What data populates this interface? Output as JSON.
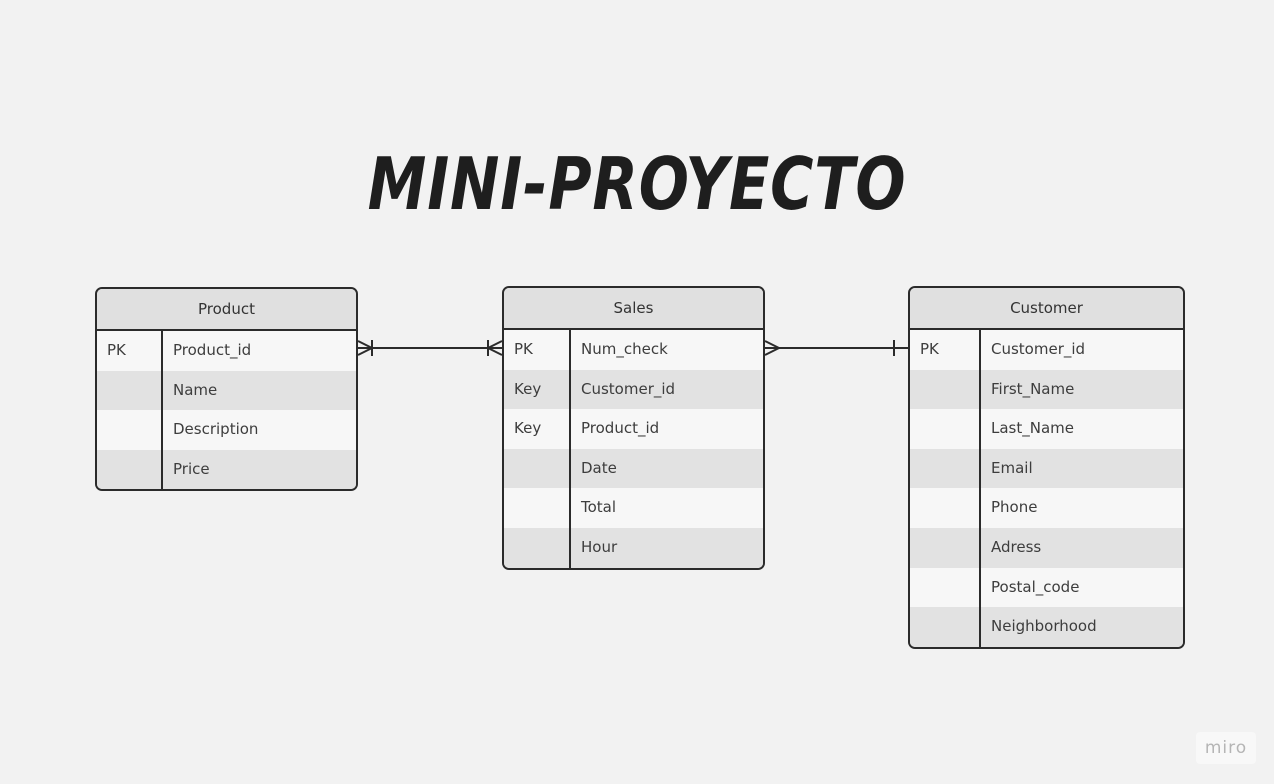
{
  "title": "MINI-PROYECTO",
  "entities": {
    "product": {
      "name": "Product",
      "rows": [
        {
          "key": "PK",
          "field": "Product_id"
        },
        {
          "key": "",
          "field": "Name"
        },
        {
          "key": "",
          "field": "Description"
        },
        {
          "key": "",
          "field": "Price"
        }
      ]
    },
    "sales": {
      "name": "Sales",
      "rows": [
        {
          "key": "PK",
          "field": "Num_check"
        },
        {
          "key": "Key",
          "field": "Customer_id"
        },
        {
          "key": "Key",
          "field": "Product_id"
        },
        {
          "key": "",
          "field": "Date"
        },
        {
          "key": "",
          "field": "Total"
        },
        {
          "key": "",
          "field": "Hour"
        }
      ]
    },
    "customer": {
      "name": "Customer",
      "rows": [
        {
          "key": "PK",
          "field": "Customer_id"
        },
        {
          "key": "",
          "field": "First_Name"
        },
        {
          "key": "",
          "field": "Last_Name"
        },
        {
          "key": "",
          "field": "Email"
        },
        {
          "key": "",
          "field": "Phone"
        },
        {
          "key": "",
          "field": "Adress"
        },
        {
          "key": "",
          "field": "Postal_code"
        },
        {
          "key": "",
          "field": "Neighborhood"
        }
      ]
    }
  },
  "relationships": [
    {
      "from": "Product",
      "from_end": "one-and-only-one / many",
      "to": "Sales",
      "to_end": "one-or-many"
    },
    {
      "from": "Sales",
      "from_end": "many",
      "to": "Customer",
      "to_end": "one"
    }
  ],
  "watermark": "miro",
  "colors": {
    "background": "#f2f2f2",
    "header": "#e0e0e0",
    "row_light": "#f7f7f7",
    "row_dark": "#e2e2e2",
    "border": "#2b2b2b",
    "title": "#1e1e1e"
  }
}
